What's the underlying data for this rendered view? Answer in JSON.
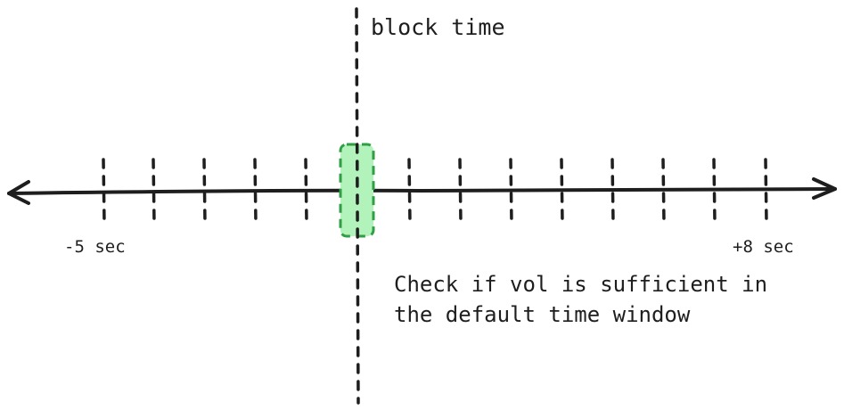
{
  "diagram": {
    "marker_label": "block time",
    "left_label": "-5 sec",
    "right_label": "+8 sec",
    "note_lines": [
      "Check if vol is sufficient in",
      "the default time window"
    ],
    "colors": {
      "stroke": "#1e1e1e",
      "highlight_fill": "#b2f2bb",
      "highlight_stroke": "#2f9e44"
    }
  }
}
